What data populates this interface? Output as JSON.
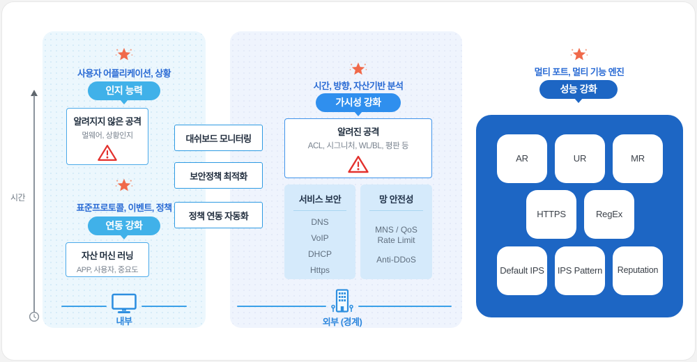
{
  "axis": {
    "label": "시간"
  },
  "left_panel": {
    "groups": [
      {
        "title": "사용자 어플리케이션, 상황",
        "badge": "인지 능력",
        "box_title": "알려지지 않은 공격",
        "box_sub": "멀웨어, 상황인지"
      },
      {
        "title": "표준프로토콜, 이벤트, 정책",
        "badge": "연동 강화",
        "box_title": "자산 머신 러닝",
        "box_sub": "APP, 사용자, 중요도"
      }
    ],
    "footer_label": "내부"
  },
  "middle_actions": [
    "대쉬보드 모니터링",
    "보안정책 최적화",
    "정책 연동 자동화"
  ],
  "center_panel": {
    "title": "시간, 방향, 자산기반 분석",
    "badge": "가시성 강화",
    "box_title": "알려진 공격",
    "box_sub": "ACL, 시그니처, WL/BL, 평판 등",
    "sub_panels": [
      {
        "title": "서비스 보안",
        "items": [
          "DNS",
          "VoIP",
          "DHCP",
          "Https"
        ]
      },
      {
        "title": "망 안전성",
        "items": [
          "MNS / QoS\nRate Limit",
          "Anti-DDoS"
        ]
      }
    ],
    "footer_label": "외부 (경계)"
  },
  "right_panel": {
    "title": "멀티 포트, 멀티 기능 엔진",
    "badge": "성능 강화",
    "engines": [
      "AR",
      "UR",
      "MR",
      "HTTPS",
      "RegEx",
      "Default IPS",
      "IPS Pattern",
      "Reputation"
    ]
  },
  "colors": {
    "title_blue": "#2a6bd4",
    "badge_light_blue": "#40b1e9",
    "badge_medium_blue": "#2f8fee",
    "badge_dark_blue": "#1d66c4",
    "panel_left_bg": "#ecf7fd",
    "panel_center_bg": "#eff4fd",
    "subpanel_bg": "#d5eafb",
    "engine_panel_bg": "#1d66c4",
    "box_border_blue": "#4aa9e9",
    "line_blue": "#3aa0e8",
    "footer_label_blue": "#2e87dd",
    "warning_red": "#e3312d",
    "star_orange": "#f0694a"
  }
}
